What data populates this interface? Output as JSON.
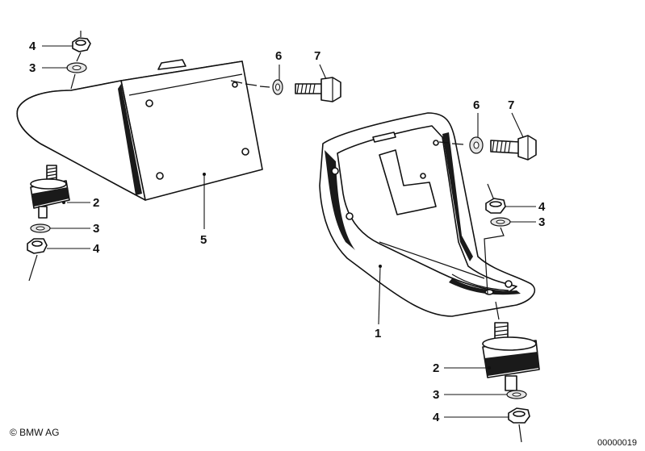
{
  "callouts": {
    "tl_4": "4",
    "tl_3": "3",
    "l_2": "2",
    "l_3": "3",
    "l_4": "4",
    "bracket_5": "5",
    "t_6": "6",
    "t_7": "7",
    "r_6": "6",
    "r_7": "7",
    "r_4": "4",
    "r_3": "3",
    "bracket_1": "1",
    "br_2": "2",
    "br_3": "3",
    "br_4": "4"
  },
  "footer": {
    "copyright": "© BMW AG",
    "doc_number": "00000019"
  }
}
